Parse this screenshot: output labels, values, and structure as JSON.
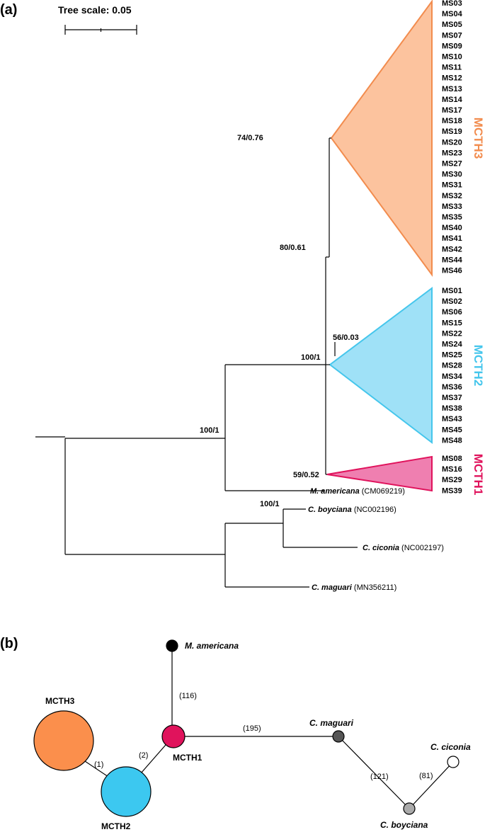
{
  "panels": {
    "a": "(a)",
    "b": "(b)"
  },
  "tree": {
    "scale_label": "Tree scale: 0.05",
    "clades": [
      {
        "name": "MCTH3",
        "color": "#f28c4e",
        "fill": "#fcc39e",
        "leaves": [
          "MS03",
          "MS04",
          "MS05",
          "MS07",
          "MS09",
          "MS10",
          "MS11",
          "MS12",
          "MS13",
          "MS14",
          "MS17",
          "MS18",
          "MS19",
          "MS20",
          "MS23",
          "MS27",
          "MS30",
          "MS31",
          "MS32",
          "MS33",
          "MS35",
          "MS40",
          "MS41",
          "MS42",
          "MS44",
          "MS46"
        ]
      },
      {
        "name": "MCTH2",
        "color": "#45c6ec",
        "fill": "#9fe1f7",
        "leaves": [
          "MS01",
          "MS02",
          "MS06",
          "MS15",
          "MS22",
          "MS24",
          "MS25",
          "MS28",
          "MS34",
          "MS36",
          "MS37",
          "MS38",
          "MS43",
          "MS45",
          "MS48"
        ]
      },
      {
        "name": "MCTH1",
        "color": "#e0135c",
        "fill": "#ef7fb0",
        "leaves": [
          "MS08",
          "MS16",
          "MS29",
          "MS39"
        ]
      }
    ],
    "supports": {
      "mcth3": "74/0.76",
      "mcth3_mcth2": "80/0.61",
      "mcth2": "56/0.03",
      "in_group": "100/1",
      "mcth1": "59/0.52",
      "mycteria": "100/1",
      "ciconia": "100/1"
    },
    "outgroups": [
      {
        "species": "M. americana",
        "accession": "(CM069219)"
      },
      {
        "species": "C. boyciana",
        "accession": "(NC002196)"
      },
      {
        "species": "C. ciconia",
        "accession": "(NC002197)"
      },
      {
        "species": "C. maguari",
        "accession": "(MN356211)"
      }
    ]
  },
  "network": {
    "nodes": [
      {
        "id": "mcth3",
        "label": "MCTH3",
        "color": "#fb8f4c"
      },
      {
        "id": "mcth2",
        "label": "MCTH2",
        "color": "#3cc8f0"
      },
      {
        "id": "mcth1",
        "label": "MCTH1",
        "color": "#e0135c"
      },
      {
        "id": "mamericana",
        "label": "M. americana",
        "color": "#000000"
      },
      {
        "id": "cmaguari",
        "label": "C. maguari",
        "color": "#555555"
      },
      {
        "id": "cboyciana",
        "label": "C. boyciana",
        "color": "#aaaaaa"
      },
      {
        "id": "cciconia",
        "label": "C. ciconia",
        "color": "#ffffff"
      }
    ],
    "edges": [
      {
        "from": "mcth3",
        "to": "mcth2",
        "steps": "(1)"
      },
      {
        "from": "mcth2",
        "to": "mcth1",
        "steps": "(2)"
      },
      {
        "from": "mcth1",
        "to": "mamericana",
        "steps": "(116)"
      },
      {
        "from": "mcth1",
        "to": "cmaguari",
        "steps": "(195)"
      },
      {
        "from": "cmaguari",
        "to": "cboyciana",
        "steps": "(121)"
      },
      {
        "from": "cboyciana",
        "to": "cciconia",
        "steps": "(81)"
      }
    ]
  }
}
